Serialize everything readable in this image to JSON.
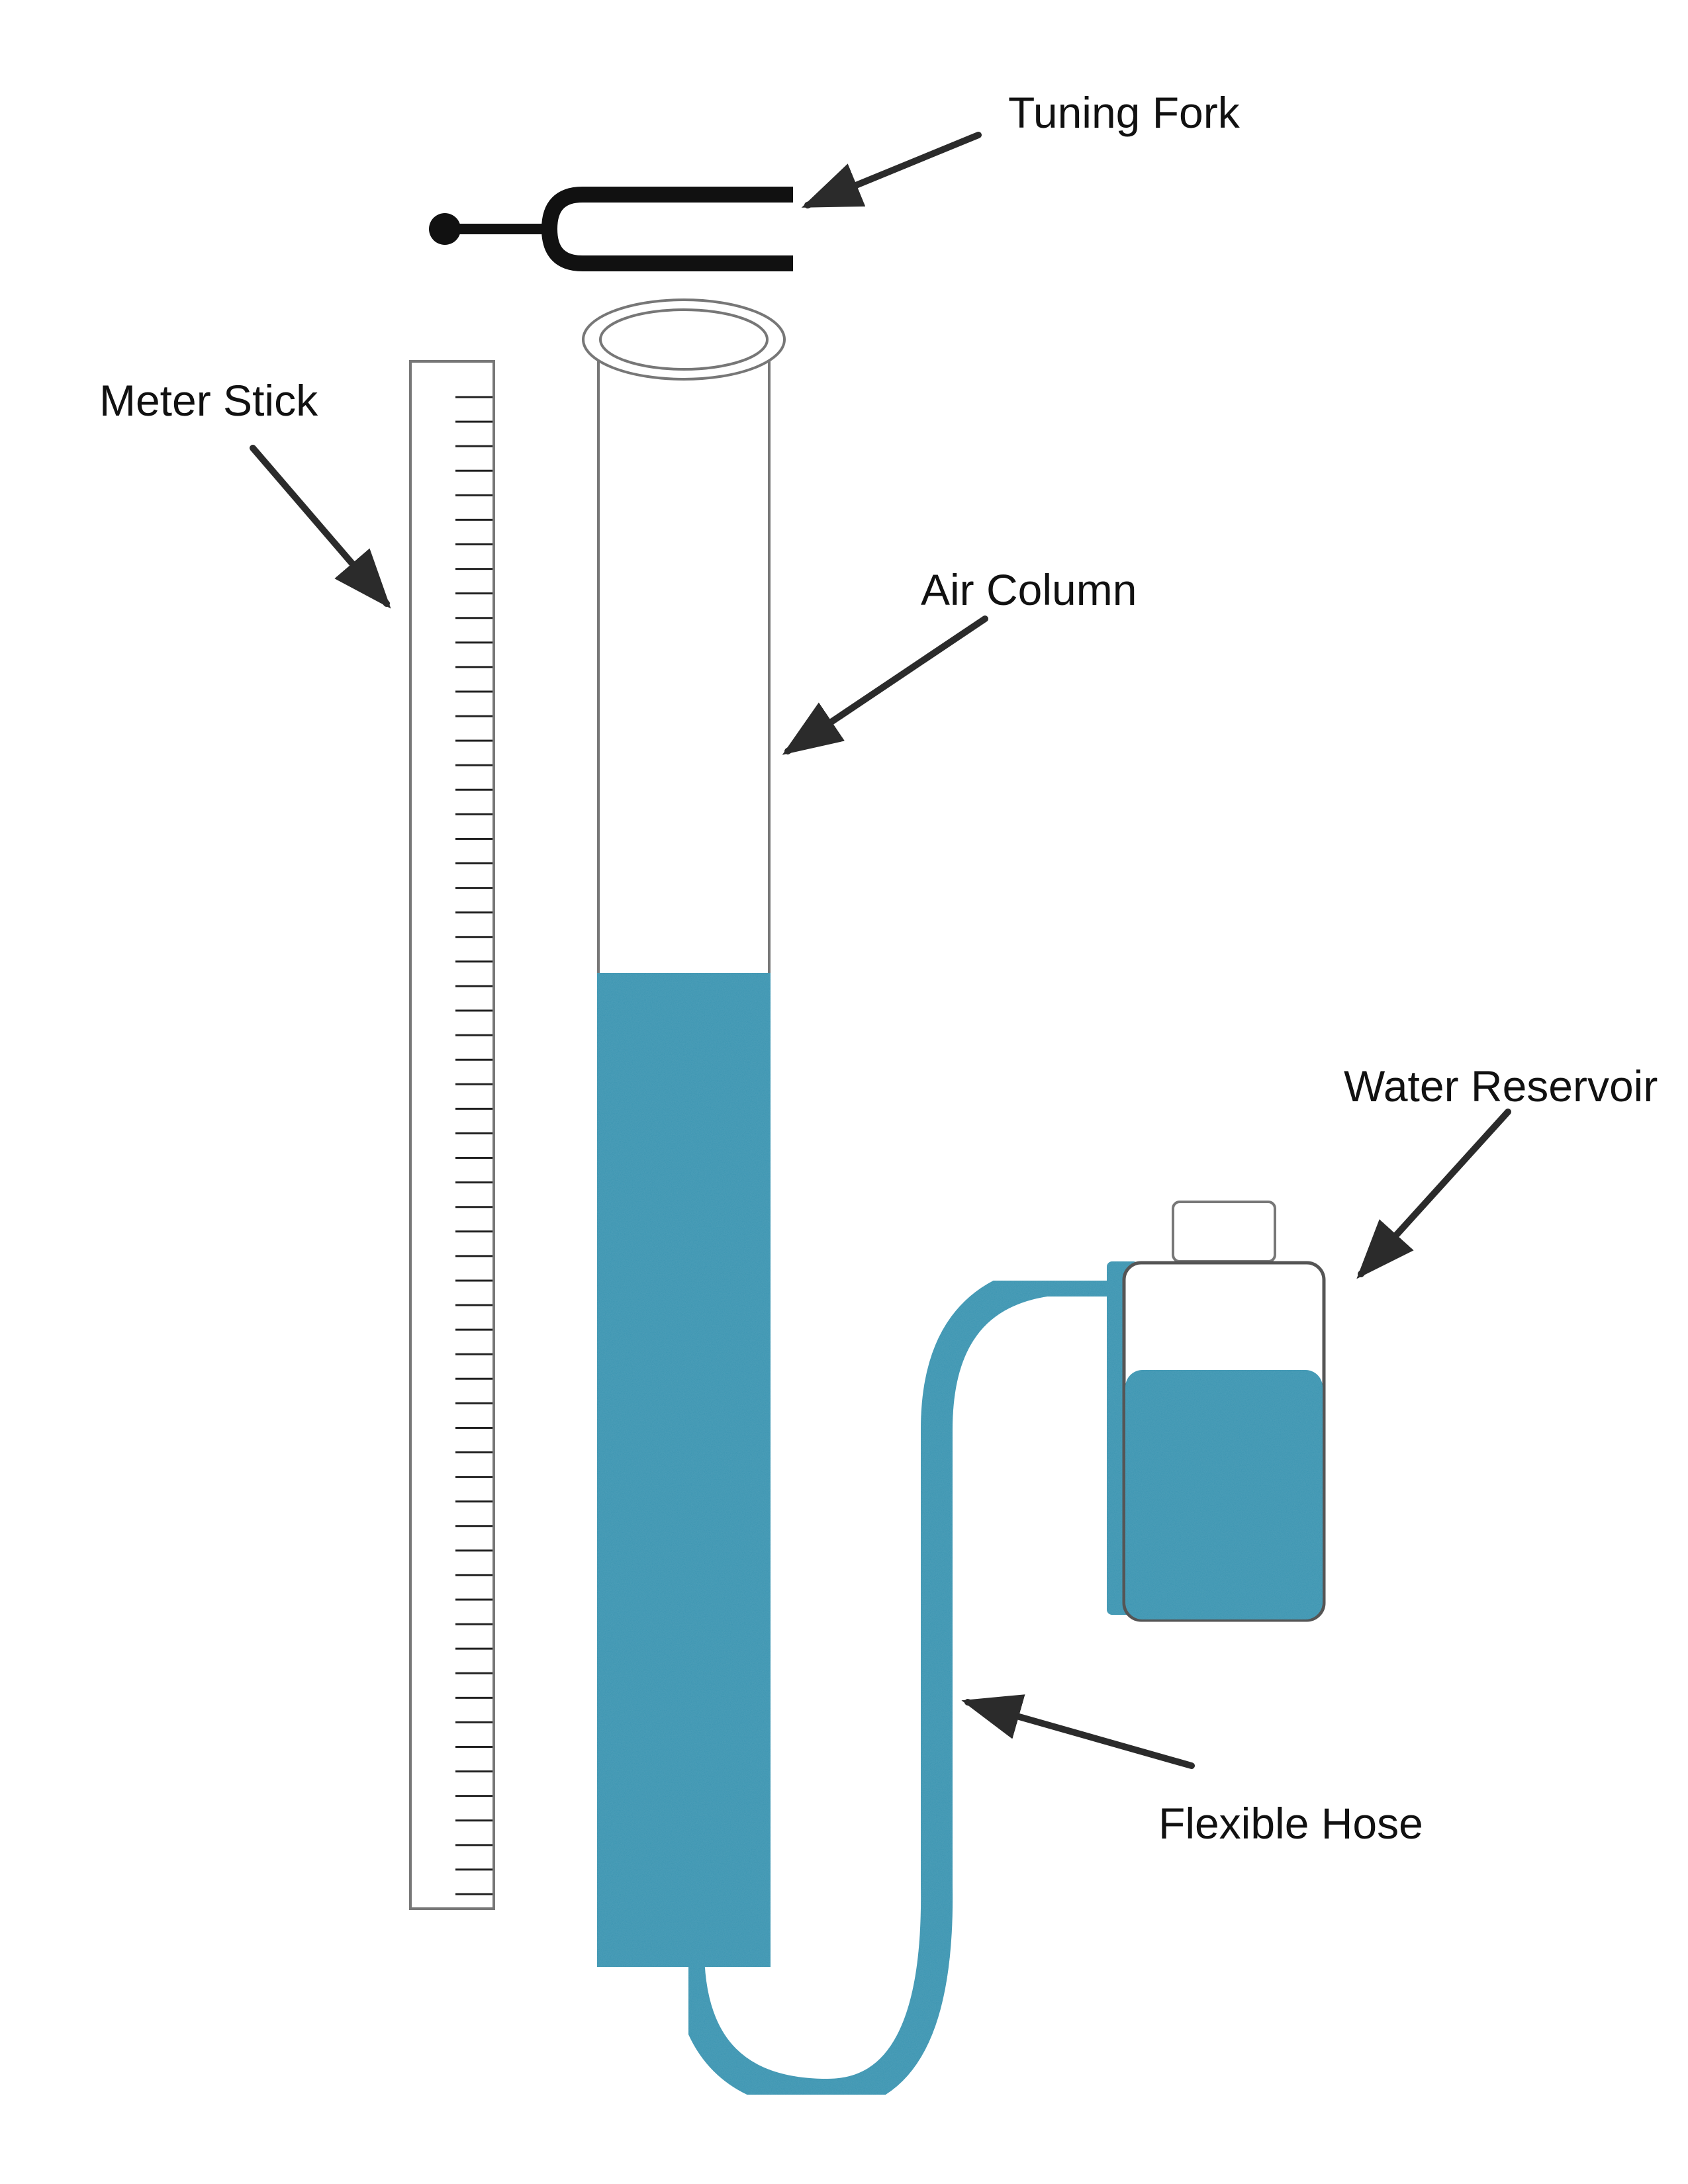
{
  "labels": {
    "tuning_fork": "Tuning Fork",
    "meter_stick": "Meter Stick",
    "air_column": "Air Column",
    "water_reservoir": "Water Reservoir",
    "flexible_hose": "Flexible Hose"
  },
  "colors": {
    "water": "#3a94b2",
    "water_shade": "#2f8aa8",
    "outline": "#777777",
    "ink": "#1a1a1a",
    "arrow": "#2b2b2b"
  },
  "meter_stick": {
    "tick_count": 62
  }
}
